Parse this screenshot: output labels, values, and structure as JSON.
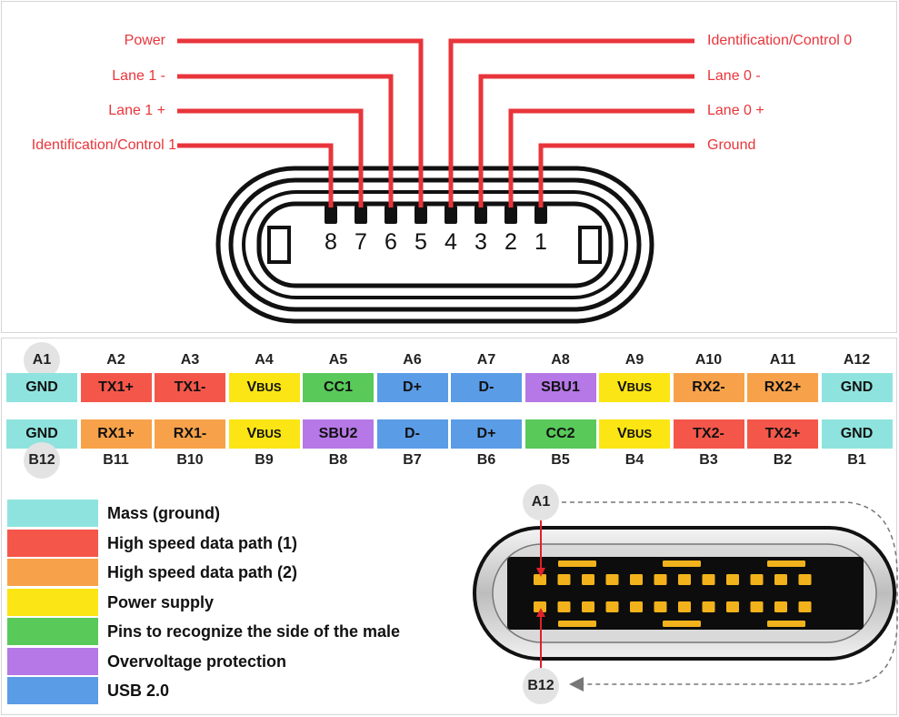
{
  "top_diagram": {
    "left_labels": [
      "Power",
      "Lane 1 -",
      "Lane 1 +",
      "Identification/Control 1"
    ],
    "right_labels": [
      "Identification/Control 0",
      "Lane 0 -",
      "Lane 0 +",
      "Ground"
    ],
    "pin_numbers": [
      "8",
      "7",
      "6",
      "5",
      "4",
      "3",
      "2",
      "1"
    ],
    "label_color": "#e8353b"
  },
  "pinout": {
    "top_ids": [
      "A1",
      "A2",
      "A3",
      "A4",
      "A5",
      "A6",
      "A7",
      "A8",
      "A9",
      "A10",
      "A11",
      "A12"
    ],
    "top_pins": [
      {
        "main": "GND",
        "sub": "",
        "color": "#8fe3de"
      },
      {
        "main": "TX1+",
        "sub": "",
        "color": "#f4574a"
      },
      {
        "main": "TX1-",
        "sub": "",
        "color": "#f4574a"
      },
      {
        "main": "V",
        "sub": "BUS",
        "color": "#fbe514"
      },
      {
        "main": "CC1",
        "sub": "",
        "color": "#59c95a"
      },
      {
        "main": "D+",
        "sub": "",
        "color": "#5a9ce6"
      },
      {
        "main": "D-",
        "sub": "",
        "color": "#5a9ce6"
      },
      {
        "main": "SBU1",
        "sub": "",
        "color": "#b578e6"
      },
      {
        "main": "V",
        "sub": "BUS",
        "color": "#fbe514"
      },
      {
        "main": "RX2-",
        "sub": "",
        "color": "#f7a24a"
      },
      {
        "main": "RX2+",
        "sub": "",
        "color": "#f7a24a"
      },
      {
        "main": "GND",
        "sub": "",
        "color": "#8fe3de"
      }
    ],
    "bottom_pins": [
      {
        "main": "GND",
        "sub": "",
        "color": "#8fe3de"
      },
      {
        "main": "RX1+",
        "sub": "",
        "color": "#f7a24a"
      },
      {
        "main": "RX1-",
        "sub": "",
        "color": "#f7a24a"
      },
      {
        "main": "V",
        "sub": "BUS",
        "color": "#fbe514"
      },
      {
        "main": "SBU2",
        "sub": "",
        "color": "#b578e6"
      },
      {
        "main": "D-",
        "sub": "",
        "color": "#5a9ce6"
      },
      {
        "main": "D+",
        "sub": "",
        "color": "#5a9ce6"
      },
      {
        "main": "CC2",
        "sub": "",
        "color": "#59c95a"
      },
      {
        "main": "V",
        "sub": "BUS",
        "color": "#fbe514"
      },
      {
        "main": "TX2-",
        "sub": "",
        "color": "#f4574a"
      },
      {
        "main": "TX2+",
        "sub": "",
        "color": "#f4574a"
      },
      {
        "main": "GND",
        "sub": "",
        "color": "#8fe3de"
      }
    ],
    "bottom_ids": [
      "B12",
      "B11",
      "B10",
      "B9",
      "B8",
      "B7",
      "B6",
      "B5",
      "B4",
      "B3",
      "B2",
      "B1"
    ]
  },
  "legend": [
    {
      "label": "Mass (ground)",
      "color": "#8fe3de"
    },
    {
      "label": "High speed data path (1)",
      "color": "#f4574a"
    },
    {
      "label": "High speed data path (2)",
      "color": "#f7a24a"
    },
    {
      "label": "Power supply",
      "color": "#fbe514"
    },
    {
      "label": "Pins to recognize the side of the male",
      "color": "#59c95a"
    },
    {
      "label": "Overvoltage protection",
      "color": "#b578e6"
    },
    {
      "label": "USB 2.0",
      "color": "#5a9ce6"
    }
  ],
  "connector_view": {
    "top_label": "A1",
    "bottom_label": "B12",
    "pin_color": "#f2b21c"
  }
}
